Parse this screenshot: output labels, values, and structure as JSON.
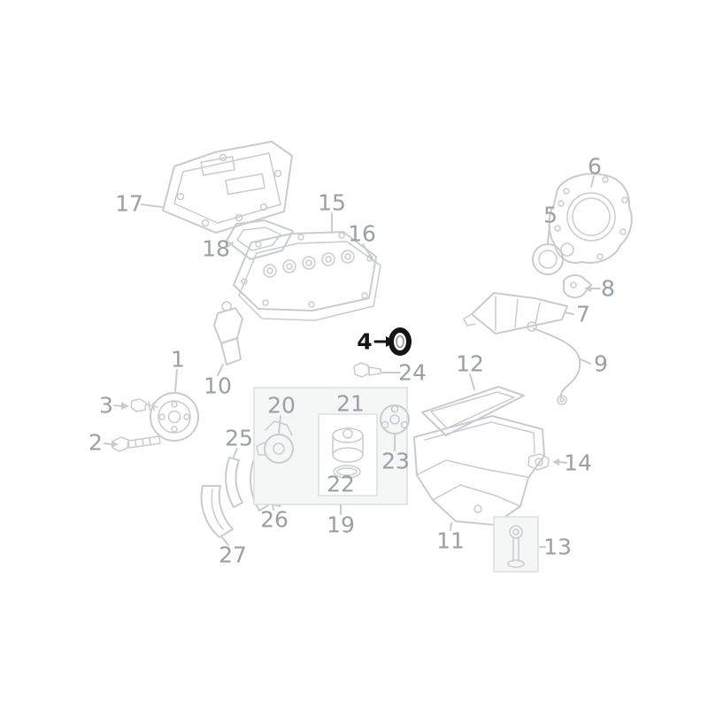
{
  "diagram": {
    "highlighted_part": "4"
  },
  "colors": {
    "background": "#ffffff",
    "line_color": "#c9cccf",
    "label_color": "#9aa0a3",
    "highlight_color": "#141414",
    "panel_fill": "#f5f6f6",
    "panel_stroke": "#dcdedf"
  },
  "labels": {
    "p1": "1",
    "p2": "2",
    "p3": "3",
    "p4": "4",
    "p5": "5",
    "p6": "6",
    "p7": "7",
    "p8": "8",
    "p9": "9",
    "p10": "10",
    "p11": "11",
    "p12": "12",
    "p13": "13",
    "p14": "14",
    "p15": "15",
    "p16": "16",
    "p17": "17",
    "p18": "18",
    "p19": "19",
    "p20": "20",
    "p21": "21",
    "p22": "22",
    "p23": "23",
    "p24": "24",
    "p25": "25",
    "p26": "26",
    "p27": "27"
  }
}
